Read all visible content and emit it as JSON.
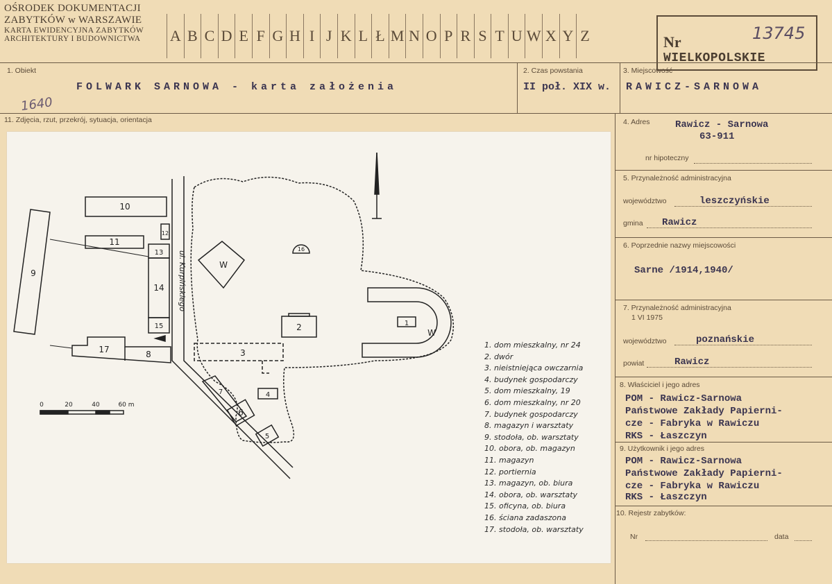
{
  "header": {
    "institution_line1": "OŚRODEK DOKUMENTACJI",
    "institution_line2": "ZABYTKÓW w WARSZAWIE",
    "card_type_line1": "KARTA EWIDENCYJNA ZABYTKÓW",
    "card_type_line2": "ARCHITEKTURY I BUDOWNICTWA",
    "letters": [
      "A",
      "B",
      "C",
      "D",
      "E",
      "F",
      "G",
      "H",
      "I",
      "J",
      "K",
      "L",
      "Ł",
      "M",
      "N",
      "O",
      "P",
      "R",
      "S",
      "T",
      "U",
      "W",
      "X",
      "Y",
      "Z"
    ],
    "nr_label": "Nr",
    "nr_value": "13745",
    "region": "WIELKOPOLSKIE"
  },
  "fields": {
    "obiekt_label": "1. Obiekt",
    "obiekt_value": "FOLWARK SARNOWA - karta założenia",
    "czas_label": "2. Czas powstania",
    "czas_value": "II poł. XIX w.",
    "miejscowosc_label": "3. Miejscowość",
    "miejscowosc_value": "RAWICZ-SARNOWA",
    "handwritten_number": "1640",
    "zdjecia_label": "11. Zdjęcia, rzut, przekrój, sytuacja, orientacja",
    "adres_label": "4. Adres",
    "adres_value_line1": "Rawicz - Sarnowa",
    "adres_value_line2": "63-911",
    "nr_hipoteczny_label": "nr hipoteczny",
    "przynaleznosc_label": "5. Przynależność administracyjna",
    "wojewodztwo_label": "województwo",
    "wojewodztwo_value": "leszczyńskie",
    "gmina_label": "gmina",
    "gmina_value": "Rawicz",
    "poprzednie_label": "6. Poprzednie nazwy miejscowości",
    "poprzednie_value": "Sarne /1914,1940/",
    "przynaleznosc1975_label_line1": "7. Przynależność administracyjna",
    "przynaleznosc1975_label_line2": "1 VI 1975",
    "wojewodztwo1975_label": "województwo",
    "wojewodztwo1975_value": "poznańskie",
    "powiat_label": "powiat",
    "powiat_value": "Rawicz",
    "wlasciciel_label": "8. Właściciel i jego adres",
    "wlasciciel_lines": [
      "POM - Rawicz-Sarnowa",
      "Państwowe Zakłady Papierni-",
      "cze - Fabryka w Rawiczu",
      "RKS - Łaszczyn"
    ],
    "uzytkownik_label": "9. Użytkownik i jego adres",
    "uzytkownik_lines": [
      "POM - Rawicz-Sarnowa",
      "Państwowe Zakłady Papierni-",
      "cze - Fabryka w Rawiczu",
      "RKS - Łaszczyn"
    ],
    "rejestr_label": "10. Rejestr zabytków:",
    "rejestr_nr_label": "Nr",
    "rejestr_data_label": "data"
  },
  "plan": {
    "street_label": "ul. Kurpińskiego",
    "scale_labels": [
      "0",
      "20",
      "40",
      "60 m"
    ],
    "legend": [
      "1. dom mieszkalny, nr 24",
      "2. dwór",
      "3. nieistniejąca owczarnia",
      "4. budynek gospodarczy",
      "5. dom mieszkalny, 19",
      "6. dom mieszkalny, nr 20",
      "7. budynek gospodarczy",
      "8. magazyn i warsztaty",
      "9. stodoła, ob. warsztaty",
      "10. obora, ob. magazyn",
      "11. magazyn",
      "12. portiernia",
      "13. magazyn, ob. biura",
      "14. obora, ob. warsztaty",
      "15. oficyna, ob. biura",
      "16. ściana zadaszona",
      "17. stodoła, ob. warsztaty"
    ],
    "building_labels": [
      "1",
      "2",
      "3",
      "4",
      "5",
      "6",
      "7",
      "8",
      "9",
      "10",
      "11",
      "12",
      "13",
      "14",
      "15",
      "16",
      "17"
    ],
    "water_label": "W"
  }
}
